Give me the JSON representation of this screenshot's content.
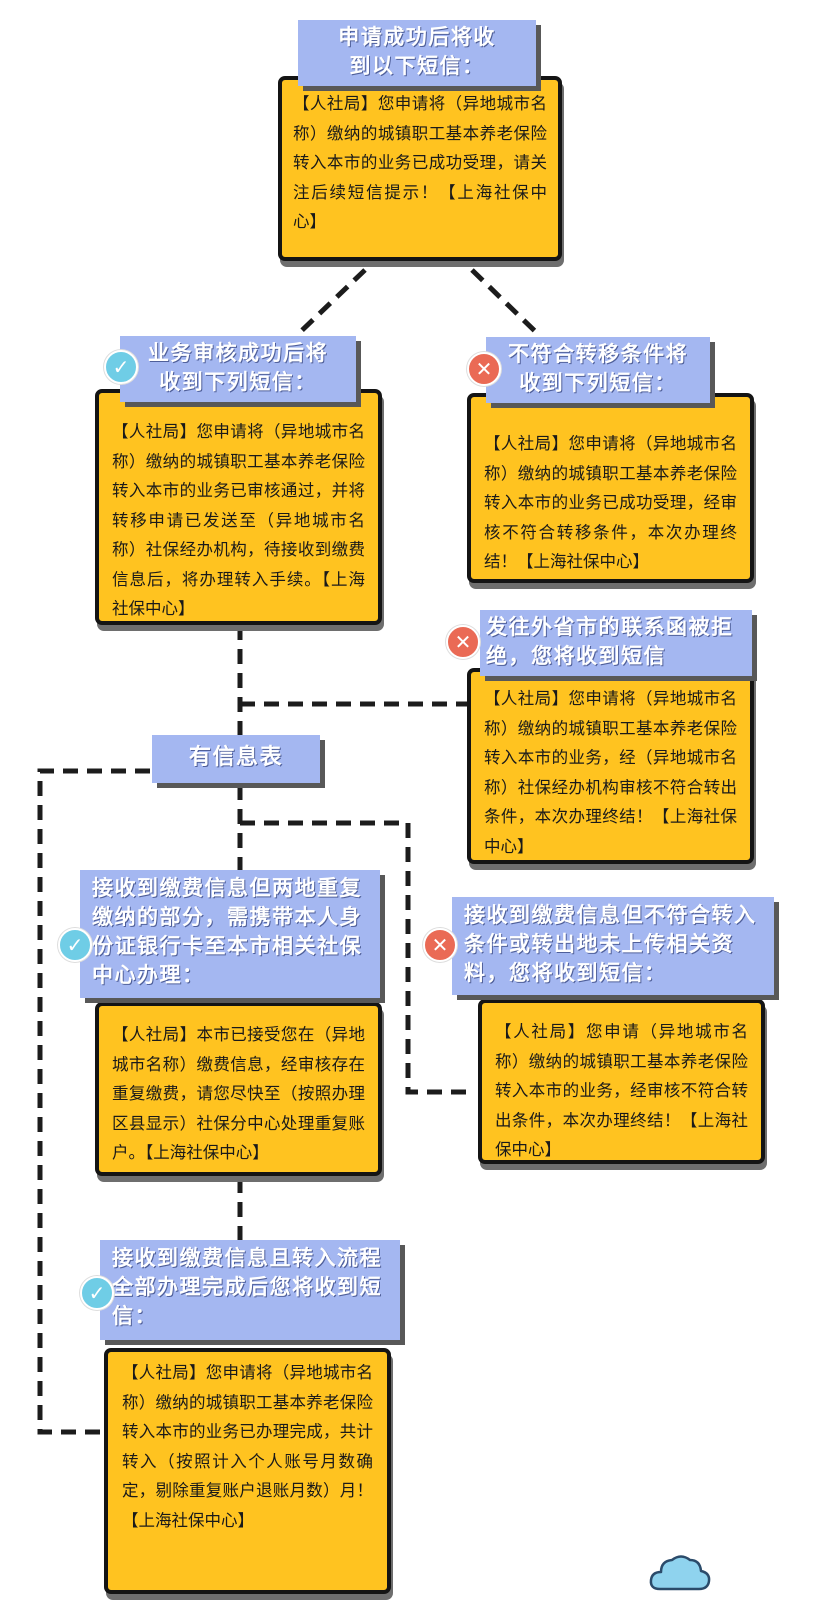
{
  "labels": {
    "start": "申请成功后将收到以下短信：",
    "audit_pass": "业务审核成功后将收到下列短信：",
    "not_eligible": "不符合转移条件将收到下列短信：",
    "letter_rejected": "发往外省市的联系函被拒绝，您将收到短信",
    "info_table": "有信息表",
    "duplicate_payment": "接收到缴费信息但两地重复缴纳的部分，需携带本人身份证银行卡至本市相关社保中心办理：",
    "transfer_in_not_met": "接收到缴费信息但不符合转入条件或转出地未上传相关资料，您将收到短信：",
    "completed": "接收到缴费信息且转入流程全部办理完成后您将收到短信："
  },
  "messages": {
    "start": "【人社局】您申请将（异地城市名称）缴纳的城镇职工基本养老保险转入本市的业务已成功受理，请关注后续短信提示！【上海社保中心】",
    "audit_pass": "【人社局】您申请将（异地城市名称）缴纳的城镇职工基本养老保险转入本市的业务已审核通过，并将转移申请已发送至（异地城市名称）社保经办机构，待接收到缴费信息后，将办理转入手续。【上海社保中心】",
    "not_eligible": "【人社局】您申请将（异地城市名称）缴纳的城镇职工基本养老保险转入本市的业务已成功受理，经审核不符合转移条件，本次办理终结！【上海社保中心】",
    "letter_rejected": "【人社局】您申请将（异地城市名称）缴纳的城镇职工基本养老保险转入本市的业务，经（异地城市名称）社保经办机构审核不符合转出条件，本次办理终结！【上海社保中心】",
    "duplicate_payment": "【人社局】本市已接受您在（异地城市名称）缴费信息，经审核存在重复缴费，请您尽快至（按照办理区县显示）社保分中心处理重复账户。【上海社保中心】",
    "transfer_in_not_met": "【人社局】您申请（异地城市名称）缴纳的城镇职工基本养老保险转入本市的业务，经审核不符合转出条件，本次办理终结！【上海社保中心】",
    "completed": "【人社局】您申请将（异地城市名称）缴纳的城镇职工基本养老保险转入本市的业务已办理完成，共计转入（按照计入个人账号月数确定，剔除重复账户退账月数）月！【上海社保中心】"
  },
  "icons": {
    "check": "✓",
    "cross": "✕"
  },
  "colors": {
    "box_fill": "#ffc320",
    "label_fill": "#a4b7f1",
    "check_icon": "#6fcde6",
    "cross_icon": "#ea6a55",
    "cloud": "#8fd3ee"
  }
}
